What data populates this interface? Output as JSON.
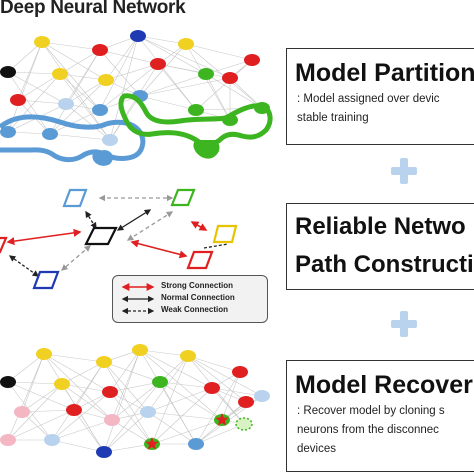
{
  "title": "Deep Neural Network",
  "steps": [
    {
      "heading": "Model Partition",
      "lines": [
        ": Model assigned over devic",
        "stable training"
      ]
    },
    {
      "heading_lines": [
        "Reliable Netwo",
        "Path Constructi"
      ]
    },
    {
      "heading": "Model Recover",
      "lines": [
        ": Recover model by cloning s",
        "neurons from the disconnec",
        "devices"
      ]
    }
  ],
  "legend": {
    "strong": "Strong Connection",
    "normal": "Normal Connection",
    "weak": "Weak Connection"
  },
  "colors": {
    "strong": "#e02020",
    "normal": "#222222",
    "weak": "#999999",
    "device_a": "#5b9bd5",
    "device_b": "#3cb521",
    "plus": "#b9d3ee"
  },
  "icons": [
    "plus-icon",
    "star-icon",
    "arrow-icon",
    "device-icon"
  ]
}
